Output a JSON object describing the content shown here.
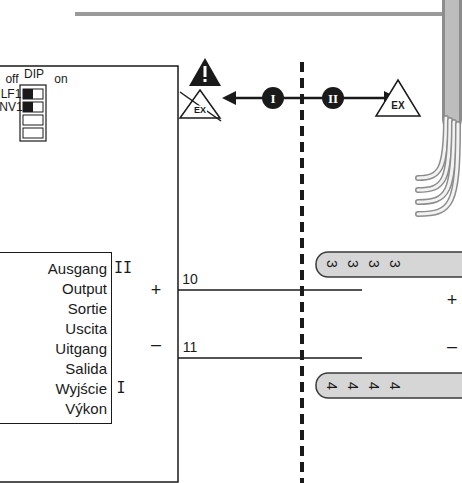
{
  "diagram": {
    "nodes": [
      {
        "text": [
          "Ausgang Output Sortie Uscita Uitgang Salida Wyjście Výkon"
        ]
      }
    ],
    "labels": [
      "off",
      "DIP",
      "on",
      "LF1",
      "NV1",
      "EX",
      "I",
      "II",
      "EX",
      "II",
      "10",
      "3",
      "3",
      "3",
      "3",
      "+",
      "+",
      "–",
      "11",
      "–",
      "4",
      "4",
      "4",
      "4",
      "I"
    ]
  }
}
